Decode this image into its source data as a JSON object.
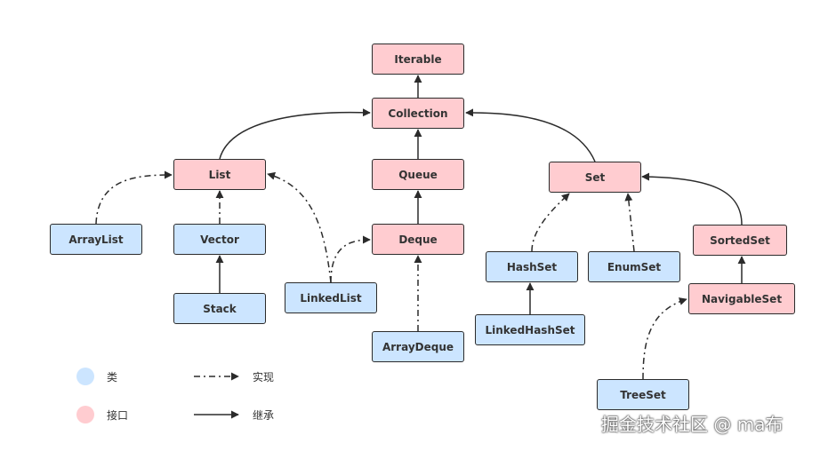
{
  "colors": {
    "class_fill": "#cce5ff",
    "interface_fill": "#ffccd0",
    "line": "#2b2b2b"
  },
  "nodes": [
    {
      "id": "iterable",
      "label": "Iterable",
      "kind": "interface"
    },
    {
      "id": "collection",
      "label": "Collection",
      "kind": "interface"
    },
    {
      "id": "list",
      "label": "List",
      "kind": "interface"
    },
    {
      "id": "queue",
      "label": "Queue",
      "kind": "interface"
    },
    {
      "id": "set",
      "label": "Set",
      "kind": "interface"
    },
    {
      "id": "deque",
      "label": "Deque",
      "kind": "interface"
    },
    {
      "id": "sortedset",
      "label": "SortedSet",
      "kind": "interface"
    },
    {
      "id": "navigableset",
      "label": "NavigableSet",
      "kind": "interface"
    },
    {
      "id": "arraylist",
      "label": "ArrayList",
      "kind": "class"
    },
    {
      "id": "vector",
      "label": "Vector",
      "kind": "class"
    },
    {
      "id": "stack",
      "label": "Stack",
      "kind": "class"
    },
    {
      "id": "linkedlist",
      "label": "LinkedList",
      "kind": "class"
    },
    {
      "id": "arraydeque",
      "label": "ArrayDeque",
      "kind": "class"
    },
    {
      "id": "hashset",
      "label": "HashSet",
      "kind": "class"
    },
    {
      "id": "enumset",
      "label": "EnumSet",
      "kind": "class"
    },
    {
      "id": "linkedhashset",
      "label": "LinkedHashSet",
      "kind": "class"
    },
    {
      "id": "treeset",
      "label": "TreeSet",
      "kind": "class"
    }
  ],
  "edges": [
    {
      "from": "collection",
      "to": "iterable",
      "style": "extends"
    },
    {
      "from": "list",
      "to": "collection",
      "style": "extends"
    },
    {
      "from": "queue",
      "to": "collection",
      "style": "extends"
    },
    {
      "from": "set",
      "to": "collection",
      "style": "extends"
    },
    {
      "from": "deque",
      "to": "queue",
      "style": "extends"
    },
    {
      "from": "sortedset",
      "to": "set",
      "style": "extends"
    },
    {
      "from": "navigableset",
      "to": "sortedset",
      "style": "extends"
    },
    {
      "from": "stack",
      "to": "vector",
      "style": "extends"
    },
    {
      "from": "linkedhashset",
      "to": "hashset",
      "style": "extends"
    },
    {
      "from": "arraylist",
      "to": "list",
      "style": "implements"
    },
    {
      "from": "vector",
      "to": "list",
      "style": "implements"
    },
    {
      "from": "linkedlist",
      "to": "list",
      "style": "implements"
    },
    {
      "from": "linkedlist",
      "to": "deque",
      "style": "implements"
    },
    {
      "from": "arraydeque",
      "to": "deque",
      "style": "implements"
    },
    {
      "from": "hashset",
      "to": "set",
      "style": "implements"
    },
    {
      "from": "enumset",
      "to": "set",
      "style": "implements"
    },
    {
      "from": "treeset",
      "to": "navigableset",
      "style": "implements"
    }
  ],
  "legend": {
    "class_label": "类",
    "interface_label": "接口",
    "implements_label": "实现",
    "extends_label": "继承"
  },
  "watermark": "掘金技术社区 @ ma布"
}
